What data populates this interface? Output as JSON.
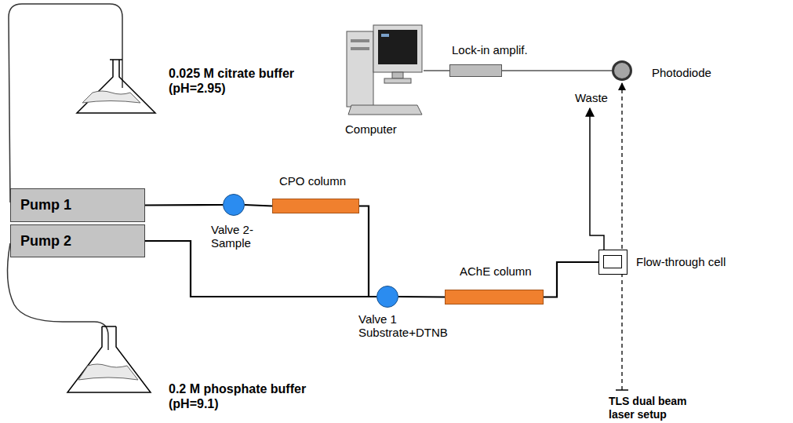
{
  "diagram": {
    "nodes": [
      {
        "text": [
          "Computer"
        ]
      },
      {
        "text": [
          "Lock-in amplif."
        ]
      },
      {
        "text": [
          "Photodiode"
        ]
      },
      {
        "text": [
          "Pump 1"
        ]
      },
      {
        "text": [
          "Valve 2- Sample"
        ]
      },
      {
        "text": [
          "CPO column"
        ]
      },
      {
        "text": [
          "Pump 2"
        ]
      },
      {
        "text": [
          "Flow-through cell"
        ]
      },
      {
        "text": [
          "Valve 1 Substrate+DTNB"
        ]
      },
      {
        "text": [
          "AChE column"
        ]
      }
    ],
    "edges": [
      {
        "from": 0,
        "to": 1,
        "arrow": "none"
      },
      {
        "from": 1,
        "to": 2,
        "arrow": "none"
      },
      {
        "from": 3,
        "to": 4,
        "arrow": "none"
      },
      {
        "from": 4,
        "to": 5,
        "arrow": "none"
      },
      {
        "from": 5,
        "to": 8,
        "arrow": "none"
      },
      {
        "from": 6,
        "to": 8,
        "arrow": "none"
      },
      {
        "from": 8,
        "to": 9,
        "arrow": "none"
      },
      {
        "from": 9,
        "to": 7,
        "arrow": "none"
      }
    ],
    "labels": [
      "0.025 M citrate buffer (pH=2.95)",
      "0.2 M phosphate buffer (pH=9.1)",
      "Waste",
      "TLS dual beam laser setup"
    ]
  }
}
